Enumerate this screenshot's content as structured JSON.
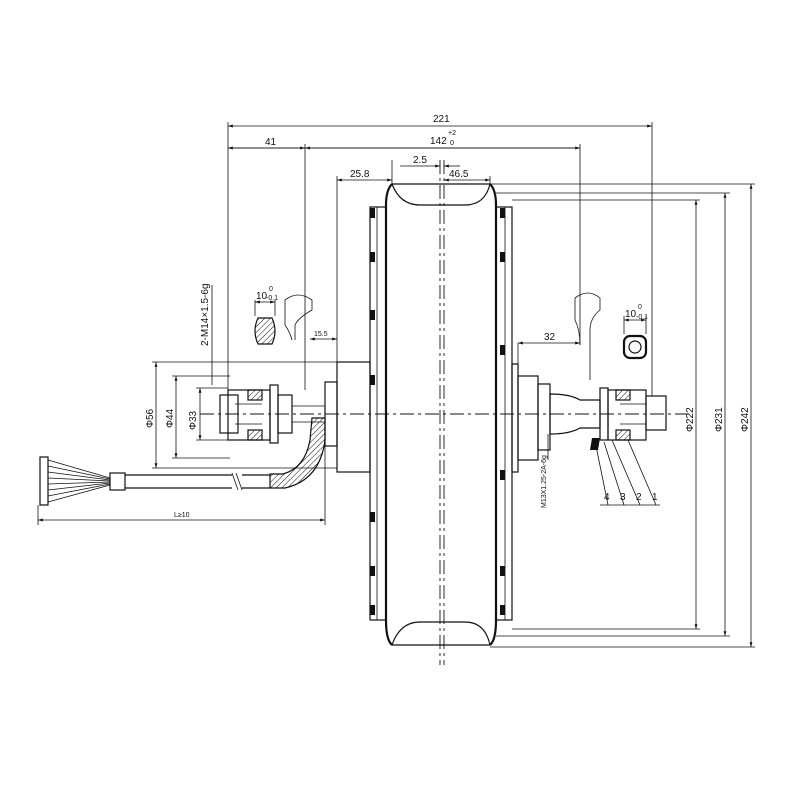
{
  "dimensions": {
    "overall_width": "221",
    "width_142": "142",
    "tol_142_upper": "+2",
    "tol_142_lower": "0",
    "dim_41": "41",
    "dim_25_8": "25.8",
    "dim_2_5": "2.5",
    "dim_46_5": "46.5",
    "dim_15_5": "15.5",
    "dim_32": "32",
    "cable_length": "L≥10",
    "dia_56": "Φ56",
    "dia_44": "Φ44",
    "dia_33": "Φ33",
    "dia_222": "Φ222",
    "dia_231": "Φ231",
    "dia_242": "Φ242",
    "thread_left": "2-M14×1.5-6g",
    "thread_right": "M13X1.25-2A-6g",
    "flat_left": "10",
    "flat_left_tol_upper": "0",
    "flat_left_tol_lower": "-0.1",
    "flat_right": "10",
    "flat_right_tol_upper": "0",
    "flat_right_tol_lower": "-0.1"
  },
  "part_numbers": [
    "4",
    "3",
    "2",
    "1"
  ]
}
